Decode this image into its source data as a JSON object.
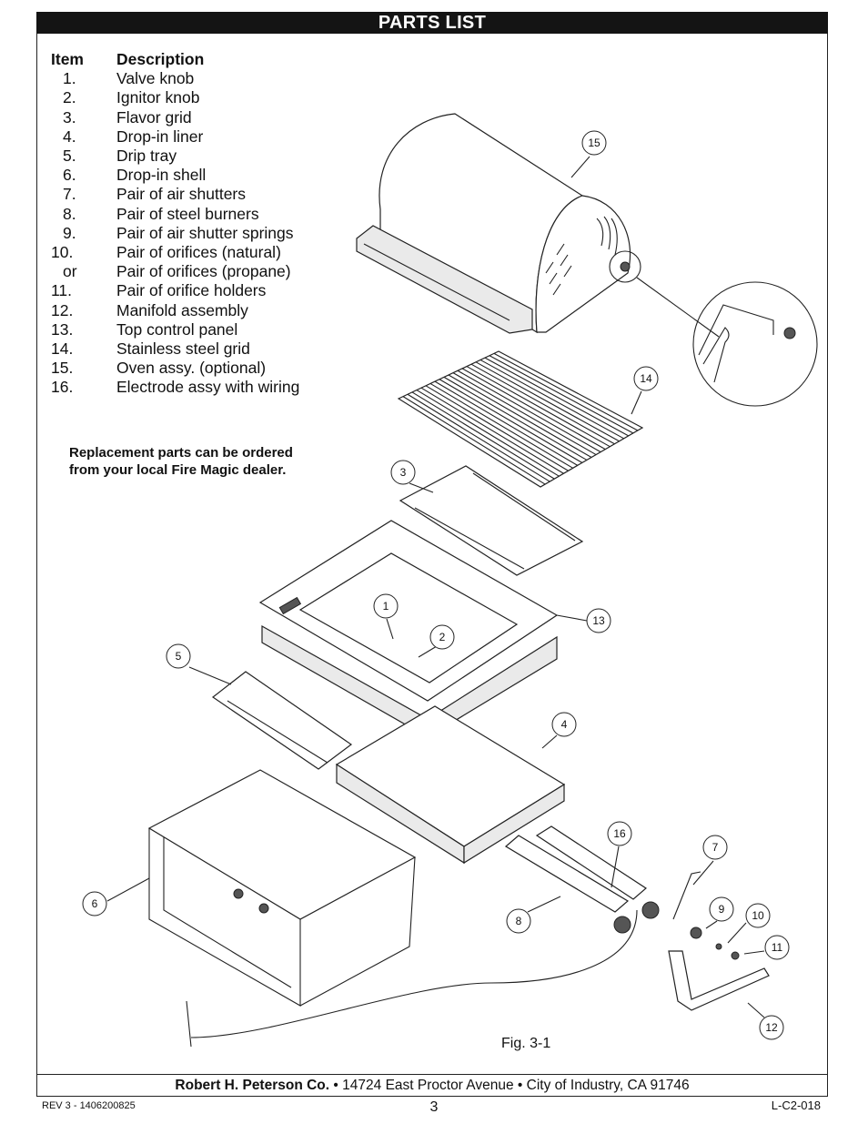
{
  "header": {
    "title": "PARTS LIST"
  },
  "parts_list": {
    "col_item": "Item",
    "col_description": "Description",
    "rows": [
      {
        "item": "1.",
        "desc": "Valve knob"
      },
      {
        "item": "2.",
        "desc": "Ignitor knob"
      },
      {
        "item": "3.",
        "desc": "Flavor grid"
      },
      {
        "item": "4.",
        "desc": "Drop-in liner"
      },
      {
        "item": "5.",
        "desc": "Drip tray"
      },
      {
        "item": "6.",
        "desc": "Drop-in shell"
      },
      {
        "item": "7.",
        "desc": "Pair of air shutters"
      },
      {
        "item": "8.",
        "desc": "Pair of steel burners"
      },
      {
        "item": "9.",
        "desc": "Pair of air shutter springs"
      },
      {
        "item": "10.",
        "desc": "Pair of orifices (natural)"
      },
      {
        "item": "or",
        "desc": "Pair of orifices (propane)"
      },
      {
        "item": "11.",
        "desc": "Pair of orifice holders"
      },
      {
        "item": "12.",
        "desc": "Manifold assembly"
      },
      {
        "item": "13.",
        "desc": "Top control panel"
      },
      {
        "item": "14.",
        "desc": "Stainless steel grid"
      },
      {
        "item": "15.",
        "desc": "Oven assy. (optional)"
      },
      {
        "item": "16.",
        "desc": "Electrode assy with wiring"
      }
    ]
  },
  "note": {
    "line1": "Replacement parts can be ordered",
    "line2": "from your local Fire Magic dealer."
  },
  "diagram": {
    "figure_label": "Fig. 3-1",
    "callouts": {
      "c1": "1",
      "c2": "2",
      "c3": "3",
      "c4": "4",
      "c5": "5",
      "c6": "6",
      "c7": "7",
      "c8": "8",
      "c9": "9",
      "c10": "10",
      "c11": "11",
      "c12": "12",
      "c13": "13",
      "c14": "14",
      "c15": "15",
      "c16": "16"
    }
  },
  "footer": {
    "company": "Robert H. Peterson Co.",
    "address": "14724 East Proctor Avenue",
    "city": "City of Industry, CA 91746",
    "bullet": "•",
    "revision": "REV 3 - 1406200825",
    "page_number": "3",
    "doc_code": "L-C2-018"
  }
}
